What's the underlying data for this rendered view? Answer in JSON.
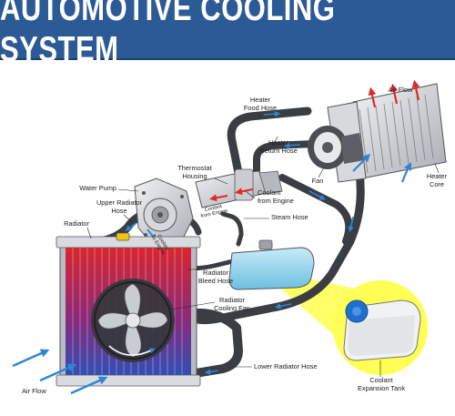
{
  "title": "AUTOMOTIVE COOLING SYSTEM",
  "labels": {
    "heater_food_hose": "Heater\nFood Hose",
    "air_flow_top": "Air Flow",
    "heater_return_hose": "Heater\nReturn Hose",
    "thermostat_housing": "Thermostat\nHousing",
    "fan": "Fan",
    "heater_core": "Heater\nCore",
    "water_pump": "Water Pump",
    "upper_radiator_hose": "Upper Radiator\nHose",
    "coolant_from_engine": "Coolant\nfrom Engine",
    "coolant_from_engine_small": "Coolant\nfrom Engine",
    "steam_hose": "Steam Hose",
    "radiator": "Radiator",
    "coolant_to_engine": "Coolant\nto Engine",
    "radiator_bleed_hose": "Radiator\nBleed Hose",
    "radiator_cooling_fan": "Radiator\nCooling Fan",
    "lower_radiator_hose": "Lower Radiator Hose",
    "air_flow_bottom": "Air Flow",
    "coolant_expansion_tank": "Coolant\nExpansion Tank"
  },
  "colors": {
    "banner": "#2c5a96",
    "hose": "#3a3d42",
    "coolant_arrow": "#2f86d6",
    "hot_arrow": "#e02828",
    "radiator_hot": "#d9262e",
    "radiator_cold": "#2e4fb8",
    "tank_fluid": "#8fd0ea",
    "highlight": "#ffff55"
  }
}
